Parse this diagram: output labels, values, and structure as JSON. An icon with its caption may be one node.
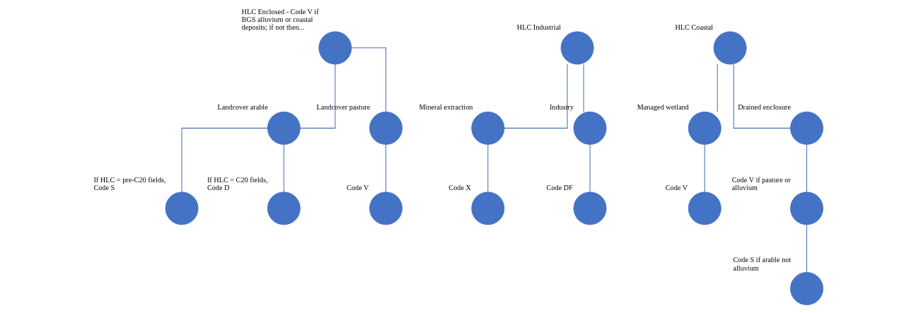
{
  "diagram": {
    "nodes": [
      {
        "text": [
          "HLC Enclosed - Code V if BGS alluvium or coastal deposits; if not then..."
        ]
      },
      {
        "text": [
          "Landcover arable"
        ]
      },
      {
        "text": [
          "Landcover pasture"
        ]
      },
      {
        "text": [
          "If HLC = pre-C20 fields, Code S"
        ]
      },
      {
        "text": [
          "If HLC = C20 fields, Code D"
        ]
      },
      {
        "text": [
          "Code V"
        ]
      },
      {
        "text": [
          "HLC Industrial"
        ]
      },
      {
        "text": [
          "Mineral extraction"
        ]
      },
      {
        "text": [
          "Industry"
        ]
      },
      {
        "text": [
          "Code X"
        ]
      },
      {
        "text": [
          "Code DF"
        ]
      },
      {
        "text": [
          "HLC Coastal"
        ]
      },
      {
        "text": [
          "Managed wetland"
        ]
      },
      {
        "text": [
          "Drained enclosure"
        ]
      },
      {
        "text": [
          "Code V"
        ]
      },
      {
        "text": [
          "Code V if pasture or alluvium"
        ]
      },
      {
        "text": [
          "Code S if arable not alluvium"
        ]
      }
    ],
    "edges": [
      {
        "from": 0,
        "to": 1,
        "arrow": "none"
      },
      {
        "from": 0,
        "to": 2,
        "arrow": "none"
      },
      {
        "from": 1,
        "to": 3,
        "arrow": "none"
      },
      {
        "from": 1,
        "to": 4,
        "arrow": "none"
      },
      {
        "from": 2,
        "to": 5,
        "arrow": "none"
      },
      {
        "from": 6,
        "to": 7,
        "arrow": "none"
      },
      {
        "from": 6,
        "to": 8,
        "arrow": "none"
      },
      {
        "from": 7,
        "to": 9,
        "arrow": "none"
      },
      {
        "from": 8,
        "to": 10,
        "arrow": "none"
      },
      {
        "from": 11,
        "to": 12,
        "arrow": "none"
      },
      {
        "from": 11,
        "to": 13,
        "arrow": "none"
      },
      {
        "from": 12,
        "to": 14,
        "arrow": "none"
      },
      {
        "from": 13,
        "to": 15,
        "arrow": "none"
      },
      {
        "from": 15,
        "to": 16,
        "arrow": "none"
      }
    ]
  }
}
